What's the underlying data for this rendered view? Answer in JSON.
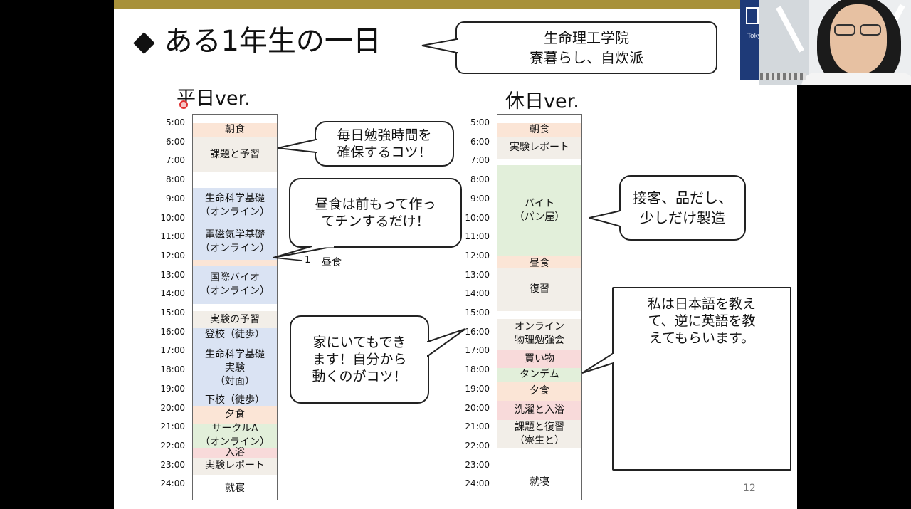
{
  "slide": {
    "title": "◆ ある1年生の一日",
    "profile": "生命理工学院\n寮暮らし、自炊派",
    "page_number": "12",
    "logo_text": "Toky"
  },
  "times": [
    "5:00",
    "6:00",
    "7:00",
    "8:00",
    "9:00",
    "10:00",
    "11:00",
    "12:00",
    "13:00",
    "14:00",
    "15:00",
    "16:00",
    "17:00",
    "18:00",
    "19:00",
    "20:00",
    "21:00",
    "22:00",
    "23:00",
    "24:00"
  ],
  "weekday": {
    "heading": "平日ver.",
    "blocks": [
      {
        "label": "朝食",
        "start": 5.0,
        "end": 5.7,
        "color": "#fbe5d6"
      },
      {
        "label": "課題と予習",
        "start": 5.7,
        "end": 7.6,
        "color": "#f2eee8"
      },
      {
        "label": "生命科学基礎\n（オンライン）",
        "start": 8.4,
        "end": 10.3,
        "color": "#dae3f3"
      },
      {
        "label": "電磁気学基礎\n（オンライン）",
        "start": 10.3,
        "end": 12.2,
        "color": "#dae3f3"
      },
      {
        "label": "",
        "start": 12.2,
        "end": 12.5,
        "color": "#fbe5d6"
      },
      {
        "label": "国際バイオ\n（オンライン）",
        "start": 12.5,
        "end": 14.5,
        "color": "#dae3f3"
      },
      {
        "label": "実験の予習",
        "start": 14.9,
        "end": 15.8,
        "color": "#f2eee8"
      },
      {
        "label": "登校（徒歩）",
        "start": 15.8,
        "end": 16.5,
        "color": "#dae3f3"
      },
      {
        "label": "生命科学基礎\n実験\n（対面）",
        "start": 16.5,
        "end": 19.3,
        "color": "#dae3f3"
      },
      {
        "label": "下校（徒歩）",
        "start": 19.3,
        "end": 19.9,
        "color": "#dae3f3"
      },
      {
        "label": "夕食",
        "start": 19.9,
        "end": 20.8,
        "color": "#fbe5d6"
      },
      {
        "label": "サークルA\n（オンライン）",
        "start": 20.8,
        "end": 22.1,
        "color": "#e2efda"
      },
      {
        "label": "入浴",
        "start": 22.1,
        "end": 22.6,
        "color": "#f8dada"
      },
      {
        "label": "実験レポート",
        "start": 22.6,
        "end": 23.5,
        "color": "#f2eee8"
      },
      {
        "label": "就寝",
        "start": 23.5,
        "end": 25.0,
        "color": "#ffffff"
      }
    ],
    "lunch_mark": "1",
    "lunch_label": "昼食"
  },
  "holiday": {
    "heading": "休日ver.",
    "blocks": [
      {
        "label": "朝食",
        "start": 5.0,
        "end": 5.7,
        "color": "#fbe5d6"
      },
      {
        "label": "実験レポート",
        "start": 5.7,
        "end": 6.9,
        "color": "#f2eee8"
      },
      {
        "label": "バイト\n（パン屋）",
        "start": 7.2,
        "end": 12.0,
        "color": "#e2efda"
      },
      {
        "label": "",
        "start": 12.0,
        "end": 12.2,
        "color": "#fbe5d6"
      },
      {
        "label": "昼食",
        "start": 12.2,
        "end": 12.6,
        "color": "#fbe5d6"
      },
      {
        "label": "復習",
        "start": 12.6,
        "end": 14.9,
        "color": "#f2eee8"
      },
      {
        "label": "オンライン\n物理勉強会",
        "start": 15.3,
        "end": 16.9,
        "color": "#f2eee8"
      },
      {
        "label": "買い物",
        "start": 16.9,
        "end": 17.9,
        "color": "#f8dada"
      },
      {
        "label": "タンデム",
        "start": 17.9,
        "end": 18.6,
        "color": "#e2efda"
      },
      {
        "label": "夕食",
        "start": 18.6,
        "end": 19.6,
        "color": "#fbe5d6"
      },
      {
        "label": "洗濯と入浴",
        "start": 19.6,
        "end": 20.6,
        "color": "#f8dada"
      },
      {
        "label": "課題と復習\n（寮生と）",
        "start": 20.6,
        "end": 22.1,
        "color": "#f2eee8"
      },
      {
        "label": "就寝",
        "start": 22.8,
        "end": 25.0,
        "color": "#ffffff"
      }
    ]
  },
  "callouts": {
    "study_tip": "毎日勉強時間を\n確保するコツ！",
    "lunch_tip": "昼食は前もって作っ\nてチンするだけ！",
    "home_tip": "家にいてもでき\nます！自分から\n動くのがコツ！",
    "job_desc": "接客、品だし、\n少しだけ製造",
    "tandem_desc": "私は日本語を教え\nて、逆に英語を教\nえてもらいます。"
  }
}
